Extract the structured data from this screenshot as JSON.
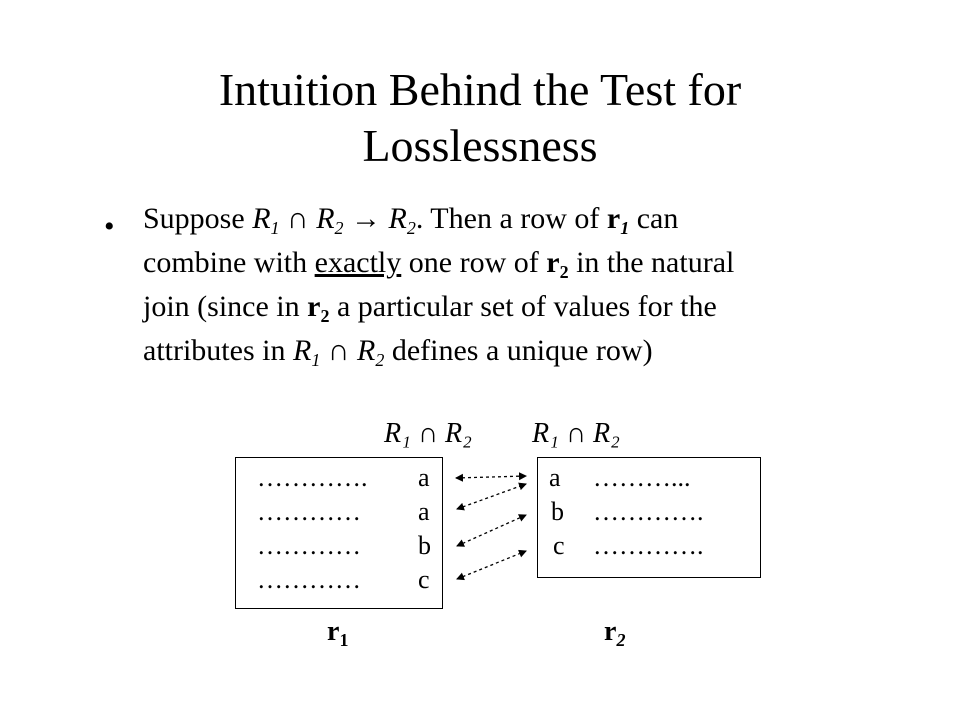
{
  "slide": {
    "title_line1": "Intuition Behind the Test for",
    "title_line2": "Losslessness",
    "bullet_glyph": "•",
    "body": {
      "l1_suppose": "Suppose ",
      "R": "R",
      "sub1": "1",
      "sub2": "2",
      "cap": " ∩ ",
      "arrow": " → ",
      "l1_then": ".  Then a row of ",
      "r": "r",
      "l1_can": " can",
      "l2_combine": "combine with ",
      "l2_exactly": "exactly",
      "l2_onerow": " one row of ",
      "l2_natural": " in the natural",
      "l3_join": "join (since in ",
      "l3_particular": " a particular set of values for the",
      "l4_attrs": "attributes in ",
      "l4_defines": " defines a unique row)"
    }
  },
  "diagram": {
    "left_header": "R₁ ∩ R₂",
    "right_header": "R₁ ∩ R₂",
    "left_rows": [
      {
        "dots": "………….",
        "key": "a"
      },
      {
        "dots": "…………",
        "key": "a"
      },
      {
        "dots": "…………",
        "key": "b"
      },
      {
        "dots": "…………",
        "key": "c"
      }
    ],
    "right_rows": [
      {
        "key": "a",
        "dots": "………..."
      },
      {
        "key": "b",
        "dots": "…………."
      },
      {
        "key": "c",
        "dots": "…………."
      }
    ],
    "left_label": "r",
    "left_label_sub": "1",
    "right_label": "r",
    "right_label_sub": "2"
  }
}
